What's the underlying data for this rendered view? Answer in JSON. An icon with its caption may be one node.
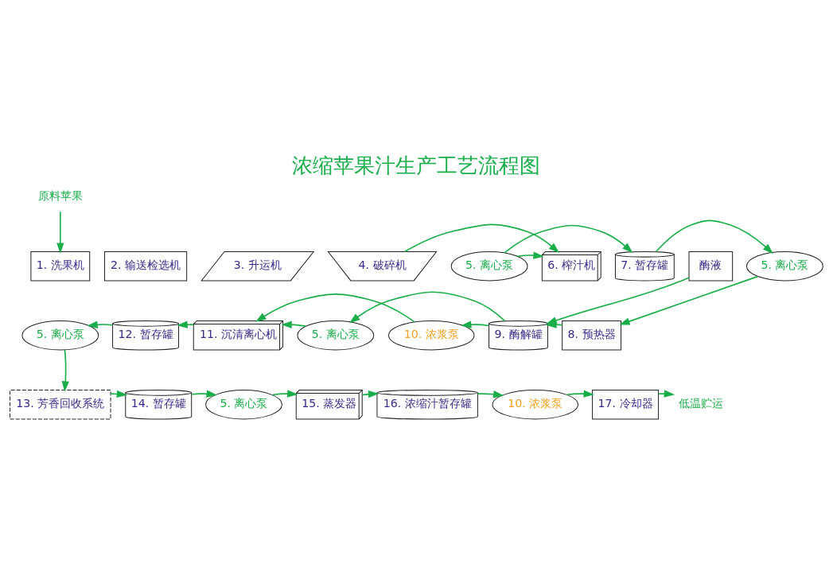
{
  "diagram": {
    "title": "浓缩苹果汁生产工艺流程图",
    "nodes": [
      {
        "text": [
          "原料苹果"
        ]
      },
      {
        "text": [
          "1. 洗果机"
        ]
      },
      {
        "text": [
          "2. 输送检选机"
        ]
      },
      {
        "text": [
          "3. 升运机"
        ]
      },
      {
        "text": [
          "4. 破碎机"
        ]
      },
      {
        "text": [
          "5. 离心泵"
        ]
      },
      {
        "text": [
          "6. 榨汁机"
        ]
      },
      {
        "text": [
          "7. 暂存罐"
        ]
      },
      {
        "text": [
          "5. 离心泵"
        ]
      },
      {
        "text": [
          "8. 预热器"
        ]
      },
      {
        "text": [
          "酶液"
        ]
      },
      {
        "text": [
          "9. 酶解罐"
        ]
      },
      {
        "text": [
          "10. 浓浆泵"
        ]
      },
      {
        "text": [
          "5. 离心泵"
        ]
      },
      {
        "text": [
          "11. 沉清离心机"
        ]
      },
      {
        "text": [
          "12. 暂存罐"
        ]
      },
      {
        "text": [
          "5. 离心泵"
        ]
      },
      {
        "text": [
          "13. 芳香回收系统"
        ]
      },
      {
        "text": [
          "14. 暂存罐"
        ]
      },
      {
        "text": [
          "5. 离心泵"
        ]
      },
      {
        "text": [
          "15. 蒸发器"
        ]
      },
      {
        "text": [
          "16. 浓缩汁暂存罐"
        ]
      },
      {
        "text": [
          "10. 浓浆泵"
        ]
      },
      {
        "text": [
          "17. 冷却器"
        ]
      },
      {
        "text": [
          "低温贮运"
        ]
      }
    ],
    "edges": [
      {
        "from": 0,
        "to": 1,
        "arrow": "to"
      },
      {
        "from": 4,
        "to": 6,
        "arrow": "to"
      },
      {
        "from": 5,
        "to": 6,
        "arrow": "to"
      },
      {
        "from": 5,
        "to": 7,
        "arrow": "to"
      },
      {
        "from": 7,
        "to": 8,
        "arrow": "to"
      },
      {
        "from": 8,
        "to": 9,
        "arrow": "to"
      },
      {
        "from": 9,
        "to": 11,
        "arrow": "to"
      },
      {
        "from": 10,
        "to": 11,
        "arrow": "to"
      },
      {
        "from": 11,
        "to": 12,
        "arrow": "to"
      },
      {
        "from": 11,
        "to": 13,
        "arrow": "to"
      },
      {
        "from": 12,
        "to": 14,
        "arrow": "to"
      },
      {
        "from": 13,
        "to": 14,
        "arrow": "to"
      },
      {
        "from": 14,
        "to": 15,
        "arrow": "to"
      },
      {
        "from": 15,
        "to": 16,
        "arrow": "to"
      },
      {
        "from": 16,
        "to": 17,
        "arrow": "to"
      },
      {
        "from": 17,
        "to": 18,
        "arrow": "to"
      },
      {
        "from": 18,
        "to": 19,
        "arrow": "to"
      },
      {
        "from": 19,
        "to": 20,
        "arrow": "to"
      },
      {
        "from": 20,
        "to": 21,
        "arrow": "to"
      },
      {
        "from": 21,
        "to": 22,
        "arrow": "to"
      },
      {
        "from": 22,
        "to": 23,
        "arrow": "to"
      },
      {
        "from": 23,
        "to": 24,
        "arrow": "to"
      }
    ]
  }
}
